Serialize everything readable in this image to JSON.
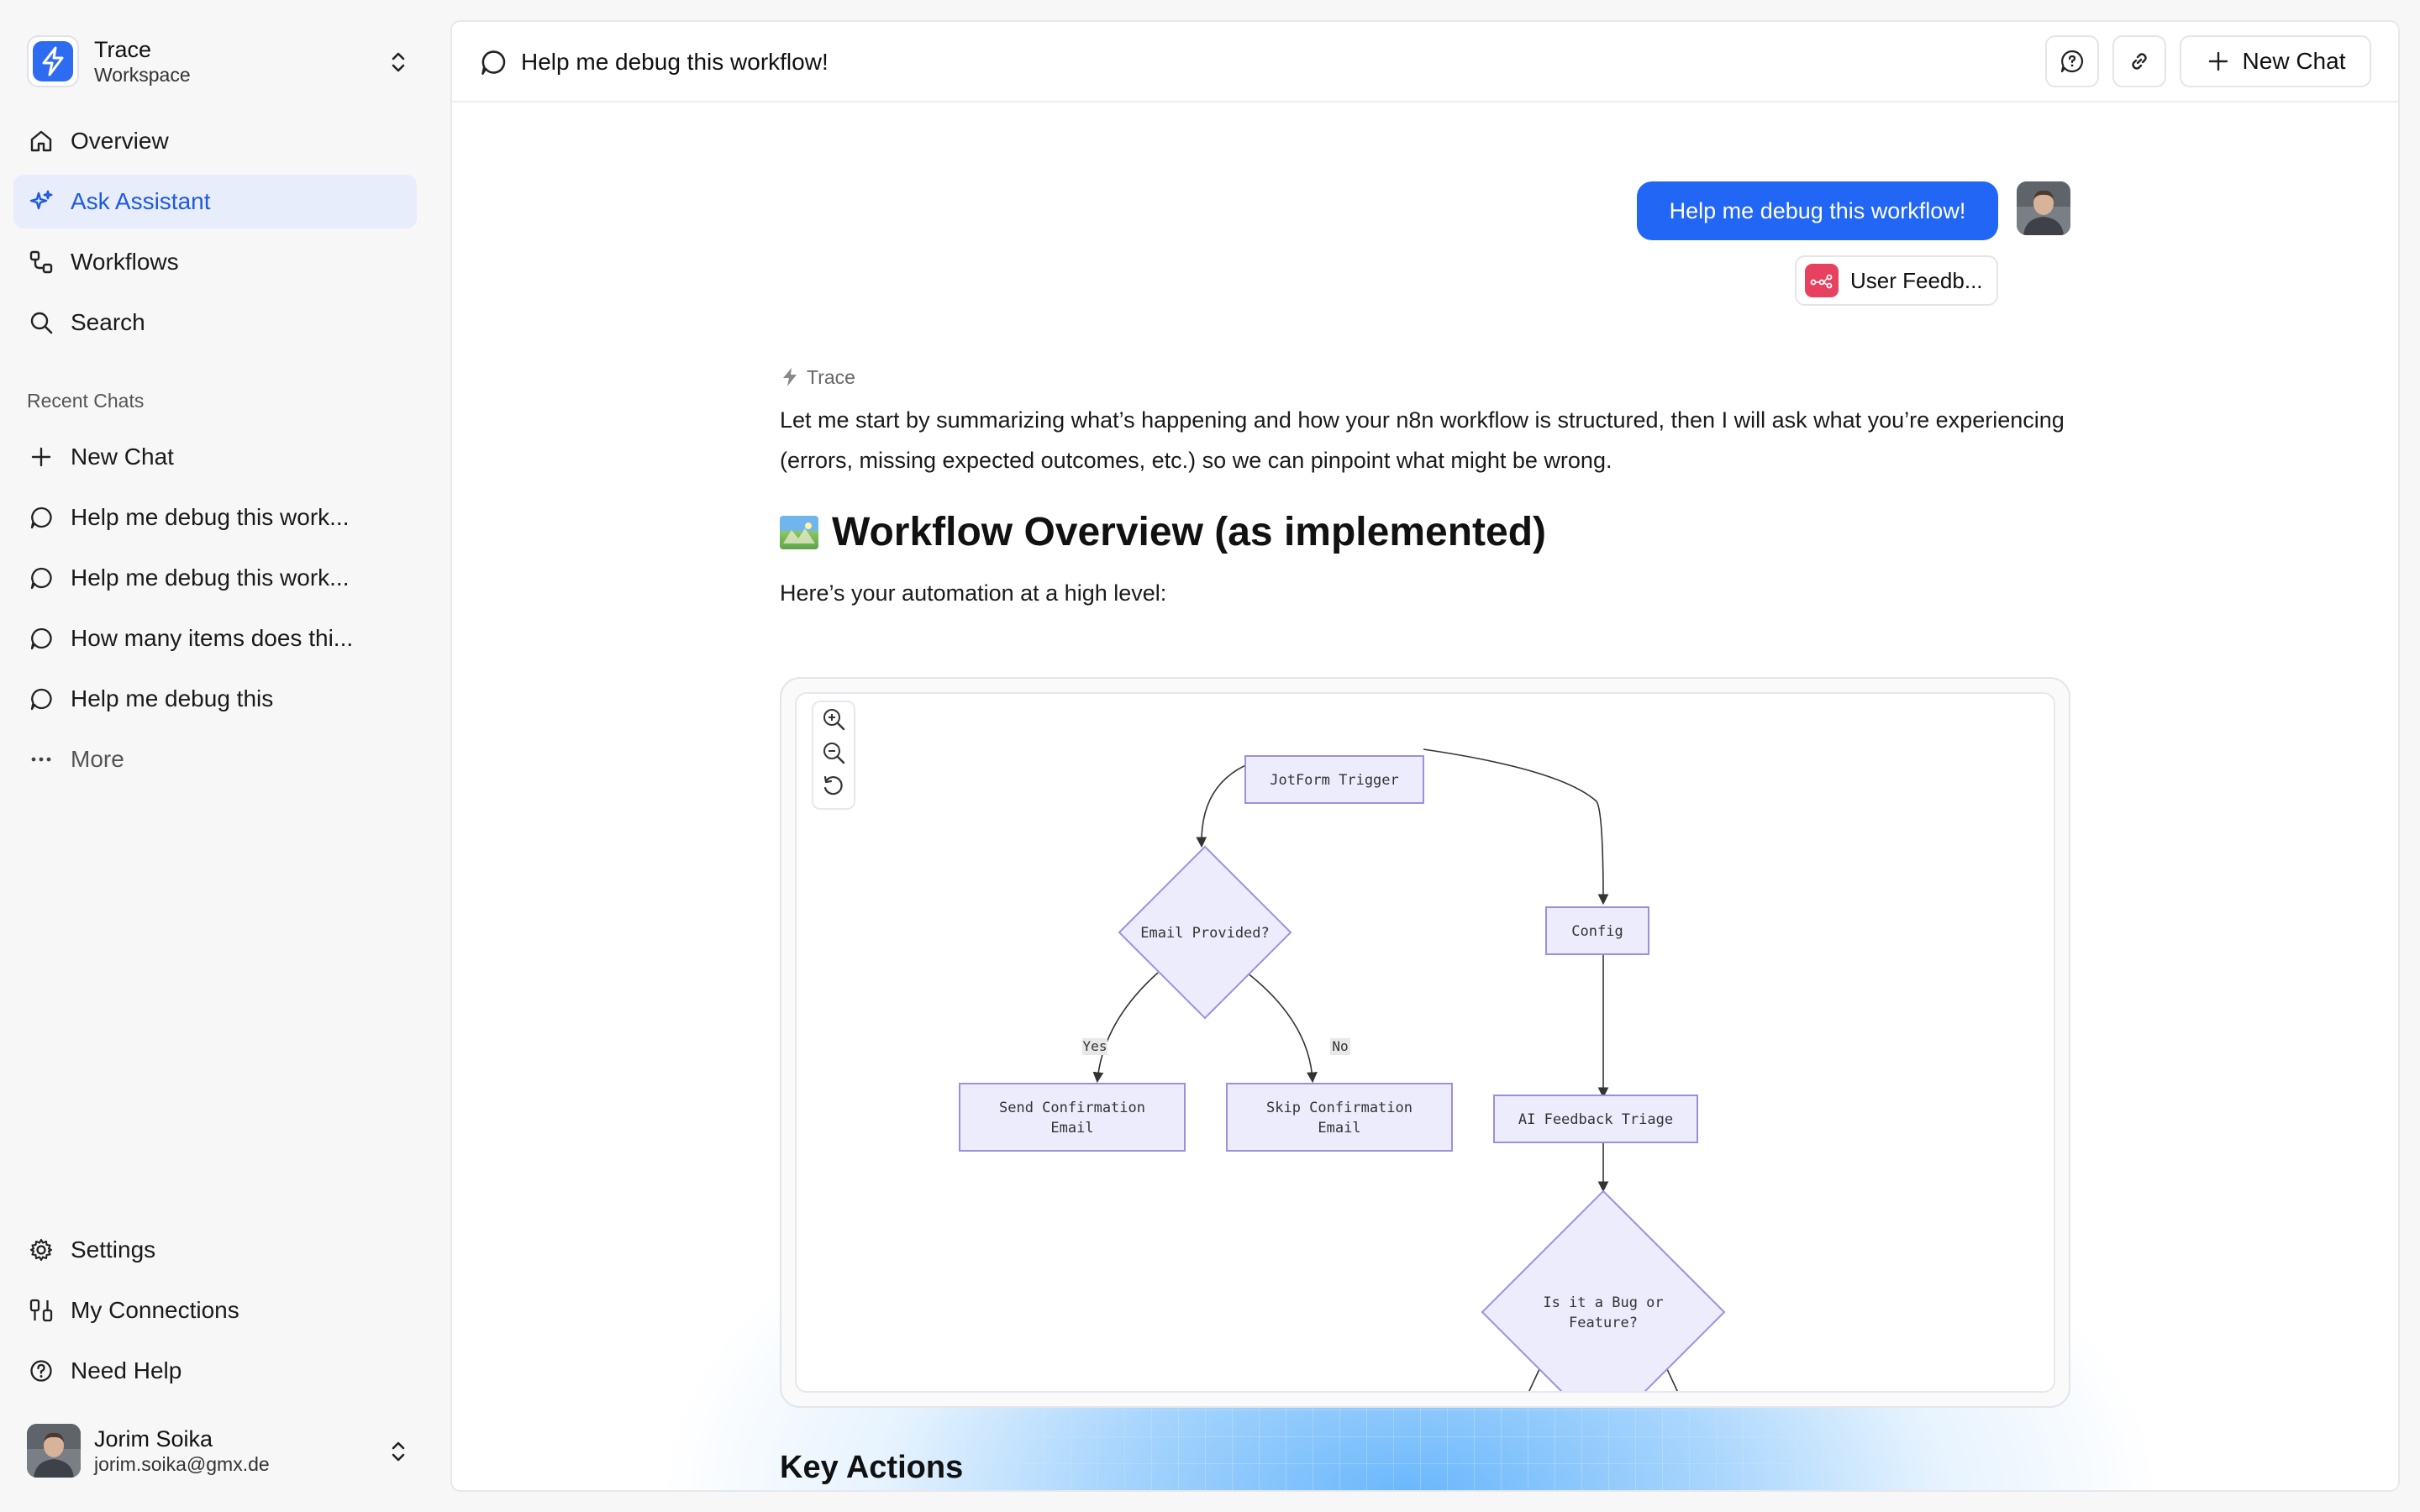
{
  "workspace": {
    "name": "Trace",
    "subtitle": "Workspace"
  },
  "nav": [
    {
      "label": "Overview",
      "icon": "home-icon"
    },
    {
      "label": "Ask Assistant",
      "icon": "sparkles-icon",
      "active": true
    },
    {
      "label": "Workflows",
      "icon": "workflow-icon"
    },
    {
      "label": "Search",
      "icon": "search-icon"
    }
  ],
  "recent": {
    "heading": "Recent Chats",
    "new_chat": "New Chat",
    "items": [
      "Help me debug this work...",
      "Help me debug this work...",
      "How many items does thi...",
      "Help me debug this"
    ],
    "more": "More"
  },
  "bottom_nav": [
    {
      "label": "Settings",
      "icon": "gear-icon"
    },
    {
      "label": "My Connections",
      "icon": "connections-icon"
    },
    {
      "label": "Need Help",
      "icon": "help-circle-icon"
    }
  ],
  "user": {
    "name": "Jorim Soika",
    "email": "jorim.soika@gmx.de"
  },
  "topbar": {
    "title": "Help me debug this workflow!",
    "new_chat": "New Chat"
  },
  "chat": {
    "user_message": "Help me debug this workflow!",
    "attachment": "User Feedb...",
    "assistant_label": "Trace",
    "intro": "Let me start by summarizing what’s happening and how your n8n workflow is structured, then I will ask what you’re experiencing (errors, missing expected outcomes, etc.) so we can pinpoint what might be wrong.",
    "heading": "Workflow Overview (as implemented)",
    "heading_icon": "map-emoji-icon",
    "subtext": "Here’s your automation at a high level:",
    "next_heading": "Key Actions"
  },
  "diagram": {
    "nodes": {
      "trigger": "JotForm Trigger",
      "email_q": "Email Provided?",
      "config": "Config",
      "send_1": "Send Confirmation",
      "send_2": "Email",
      "skip_1": "Skip Confirmation",
      "skip_2": "Email",
      "triage": "AI Feedback Triage",
      "bug_1": "Is it a Bug or",
      "bug_2": "Feature?"
    },
    "edges": {
      "yes": "Yes",
      "no": "No"
    }
  },
  "colors": {
    "accent": "#2266f5",
    "active_bg": "#e8edfc",
    "node_fill": "#ececfd",
    "node_stroke": "#9d8fe0"
  }
}
